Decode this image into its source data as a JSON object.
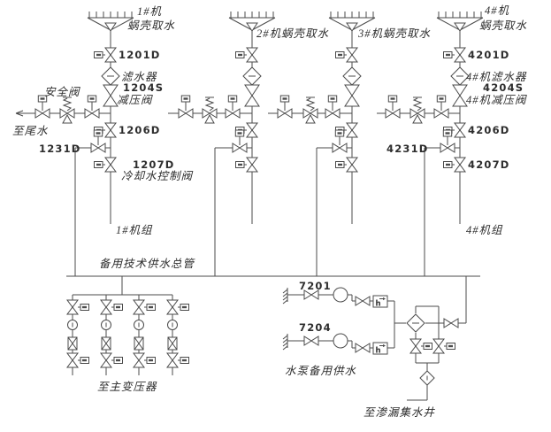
{
  "colors": {
    "background": "#ffffff",
    "line": "#4b4b4b",
    "text": "#2d2d2d"
  },
  "units": {
    "u1": {
      "intake_line1": "1#机",
      "intake_line2": "蜗壳取水",
      "valve_top": "1201D",
      "filter": "滤水器",
      "reducer_code": "1204S",
      "reducer_name": "减压阀",
      "safety_valve": "安全阀",
      "to_tailwater": "至尾水",
      "valve_mid": "1206D",
      "branch_valve": "1231D",
      "control_code": "1207D",
      "control_name": "冷却水控制阀",
      "unit_label": "1#机组"
    },
    "u2": {
      "intake": "2#机蜗壳取水"
    },
    "u3": {
      "intake": "3#机蜗壳取水"
    },
    "u4": {
      "intake_line1": "4#机",
      "intake_line2": "蜗壳取水",
      "valve_top": "4201D",
      "filter": "4#机滤水器",
      "reducer_code": "4204S",
      "reducer_name": "4#机减压阀",
      "valve_mid": "4206D",
      "branch_valve": "4231D",
      "valve_bottom": "4207D",
      "unit_label": "4#机组"
    }
  },
  "supply": {
    "main_header": "备用技术供水总管",
    "to_main_transformer": "至主变压器"
  },
  "pumps": {
    "pump1_code": "7201",
    "pump2_code": "7204",
    "meter_label": "h",
    "section_label": "水泵备用供水",
    "to_leakage_well": "至渗漏集水井"
  }
}
